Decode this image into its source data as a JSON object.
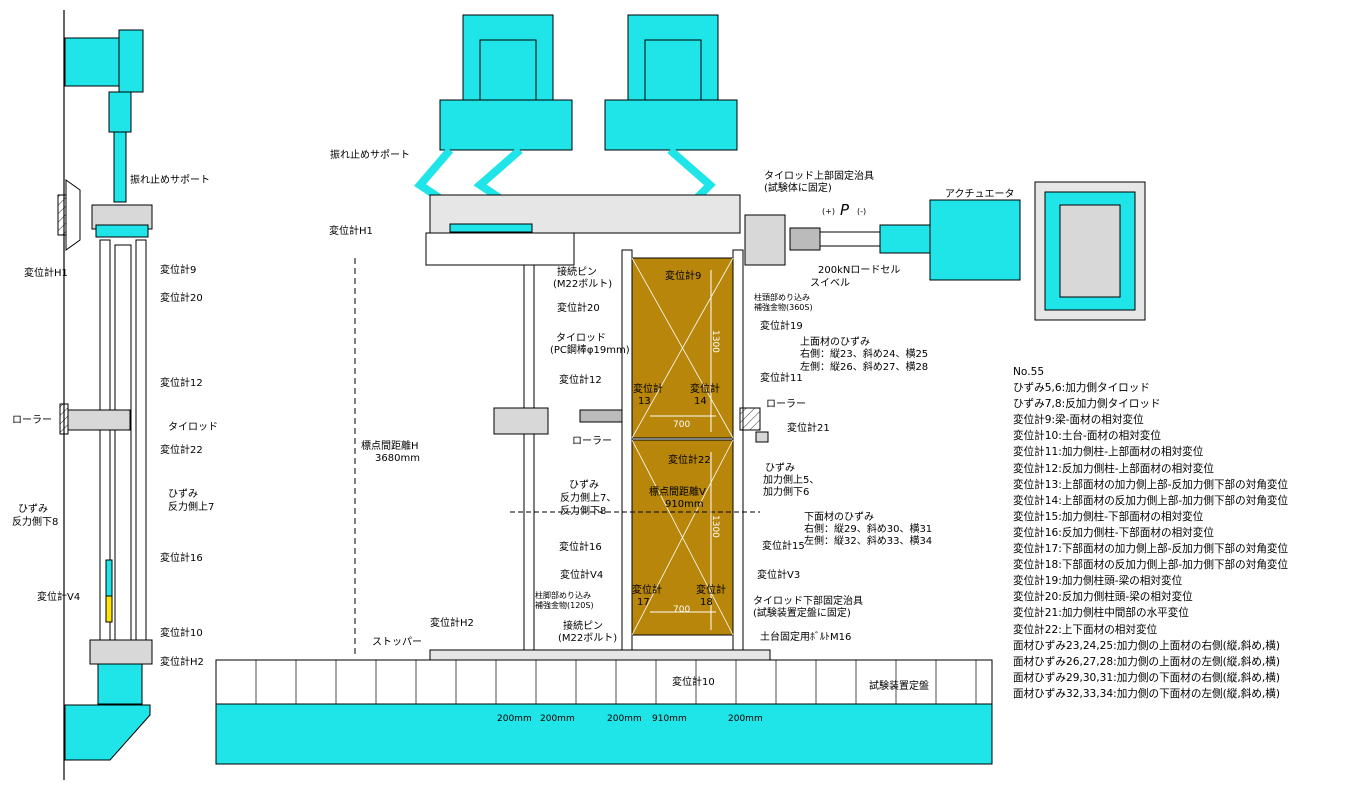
{
  "labels": {
    "sway_support_left": "振れ止めサポート",
    "sway_support": "振れ止めサポート",
    "tierod_top_jig_1": "タイロッド上部固定治具",
    "tierod_top_jig_2": "(試験体に固定)",
    "actuator": "アクチュエータ",
    "force_1": "(+)",
    "force_p": "P",
    "force_2": "(-)",
    "loadcell": "200kNロードセル",
    "swivel": "スイベル",
    "h1_left": "変位計H1",
    "h1_mid": "変位計H1",
    "g9_left": "変位計9",
    "g20_left": "変位計20",
    "g12_left": "変位計12",
    "roller_left": "ローラー",
    "tierod_left": "タイロッド",
    "g22_left": "変位計22",
    "strain_up7_1": "ひずみ",
    "strain_up7_2": "反力側上7",
    "strain_dn8_1": "ひずみ",
    "strain_dn8_2": "反力側下8",
    "g16_left": "変位計16",
    "v4_left": "変位計V4",
    "g10_left": "変位計10",
    "h2_left": "変位計H2",
    "pin_top_1": "接続ピン",
    "pin_top_2": "(M22ボルト)",
    "g9": "変位計9",
    "g20": "変位計20",
    "head_reinf_1": "柱頭部めり込み",
    "head_reinf_2": "補強金物(360S)",
    "g19": "変位計19",
    "tierod_1": "タイロッド",
    "tierod_2": "(PC鋼棒φ19mm)",
    "dim_1300_top": "1300",
    "upper_strain_1": "上面材のひずみ",
    "upper_strain_2": "右側：縦23、斜め24、横25",
    "upper_strain_3": "左側：縦26、斜め27、横28",
    "g12": "変位計12",
    "g11": "変位計11",
    "g13_1": "変位計",
    "g13_2": "13",
    "g14_1": "変位計",
    "g14_2": "14",
    "dim_700_top": "700",
    "roller_mid": "ローラー",
    "roller_right": "ローラー",
    "g21": "変位計21",
    "gauge_len_h_1": "標点間距離H",
    "gauge_len_h_2": "3680mm",
    "g22": "変位計22",
    "strain_right_1": "ひずみ",
    "strain_right_2": "加力側上5、",
    "strain_right_3": "加力側下6",
    "strain_mid_1": "ひずみ",
    "strain_mid_2": "反力側上7、",
    "strain_mid_3": "反力側下8",
    "gauge_len_v_1": "標点間距離V",
    "gauge_len_v_2": "910mm",
    "dim_1300_bot": "1300",
    "lower_strain_1": "下面材のひずみ",
    "lower_strain_2": "右側：縦29、斜め30、横31",
    "lower_strain_3": "左側：縦32、斜め33、横34",
    "g16": "変位計16",
    "g15": "変位計15",
    "v4": "変位計V4",
    "v3": "変位計V3",
    "foot_reinf_1": "柱脚部めり込み",
    "foot_reinf_2": "補強金物(120S)",
    "g17_1": "変位計",
    "g17_2": "17",
    "g18_1": "変位計",
    "g18_2": "18",
    "tierod_bot_jig_1": "タイロッド下部固定治具",
    "tierod_bot_jig_2": "(試験装置定盤に固定)",
    "dim_700_bot": "700",
    "h2": "変位計H2",
    "pin_bot_1": "接続ピン",
    "pin_bot_2": "(M22ボルト)",
    "stopper": "ストッパー",
    "anchor_bolt": "土台固定用ﾎﾞﾙﾄM16",
    "g10": "変位計10",
    "bed": "試験装置定盤",
    "dim_200_a": "200mm",
    "dim_200_b": "200mm",
    "dim_200_c": "200mm",
    "dim_910": "910mm",
    "dim_200_d": "200mm"
  },
  "notes": [
    "No.55",
    "ひずみ5,6:加力側タイロッド",
    "ひずみ7,8:反加力側タイロッド",
    "変位計9:梁-面材の相対変位",
    "変位計10:土台-面材の相対変位",
    "変位計11:加力側柱-上部面材の相対変位",
    "変位計12:反加力側柱-上部面材の相対変位",
    "変位計13:上部面材の加力側上部-反加力側下部の対角変位",
    "変位計14:上部面材の反加力側上部-加力側下部の対角変位",
    "変位計15:加力側柱-下部面材の相対変位",
    "変位計16:反加力側柱-下部面材の相対変位",
    "変位計17:下部面材の加力側上部-反加力側下部の対角変位",
    "変位計18:下部面材の反加力側上部-加力側下部の対角変位",
    "変位計19:加力側柱頭-梁の相対変位",
    "変位計20:反加力側柱頭-梁の相対変位",
    "変位計21:加力側柱中間部の水平変位",
    "変位計22:上下面材の相対変位",
    "面材ひずみ23,24,25:加力側の上面材の右側(縦,斜め,横)",
    "面材ひずみ26,27,28:加力側の上面材の左側(縦,斜め,横)",
    "面材ひずみ29,30,31:加力側の下面材の右側(縦,斜め,横)",
    "面材ひずみ32,33,34:加力側の下面材の左側(縦,斜め,横)"
  ],
  "colors": {
    "steel": "#1fe4e8",
    "panel": "#b8860b",
    "line": "#000000",
    "gray": "#d8d8d8"
  }
}
